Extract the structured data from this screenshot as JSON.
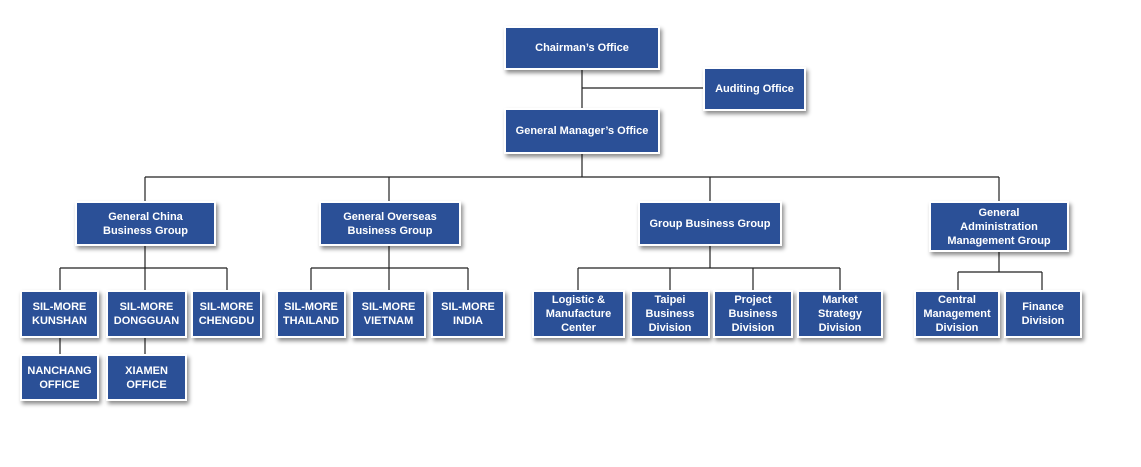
{
  "chairman": "Chairman’s Office",
  "auditing": "Auditing Office",
  "general_manager": "General Manager’s Office",
  "groups": [
    {
      "label": "General China\nBusiness Group",
      "units": [
        "SIL-MORE\nKUNSHAN",
        "SIL-MORE\nDONGGUAN",
        "SIL-MORE\nCHENGDU"
      ],
      "offices": [
        "NANCHANG\nOFFICE",
        "XIAMEN\nOFFICE"
      ]
    },
    {
      "label": "General Overseas\nBusiness Group",
      "units": [
        "SIL-MORE\nTHAILAND",
        "SIL-MORE\nVIETNAM",
        "SIL-MORE\nINDIA"
      ]
    },
    {
      "label": "Group Business Group",
      "units": [
        "Logistic &\nManufacture\nCenter",
        "Taipei\nBusiness\nDivision",
        "Project\nBusiness\nDivision",
        "Market\nStrategy\nDivision"
      ]
    },
    {
      "label": "General\nAdministration\nManagement Group",
      "units": [
        "Central\nManagement\nDivision",
        "Finance\nDivision"
      ]
    }
  ]
}
